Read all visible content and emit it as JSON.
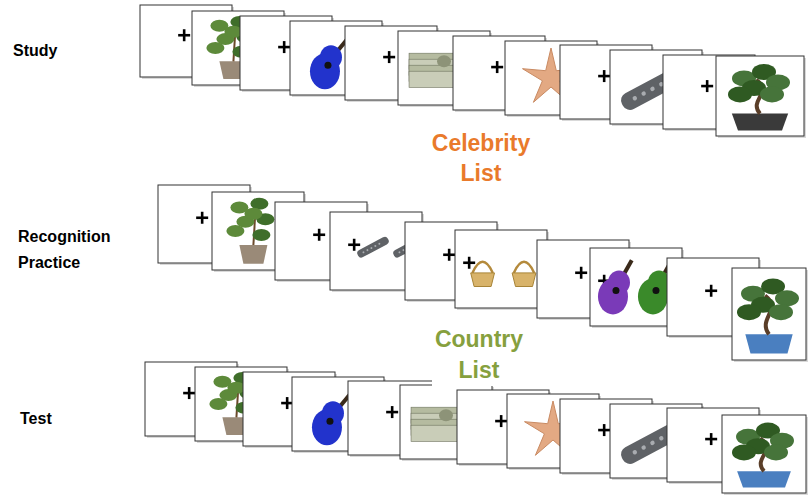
{
  "diagram": {
    "labels": [
      "Study",
      "Celebrity List",
      "Recognition Practice",
      "Country List",
      "Test"
    ]
  }
}
